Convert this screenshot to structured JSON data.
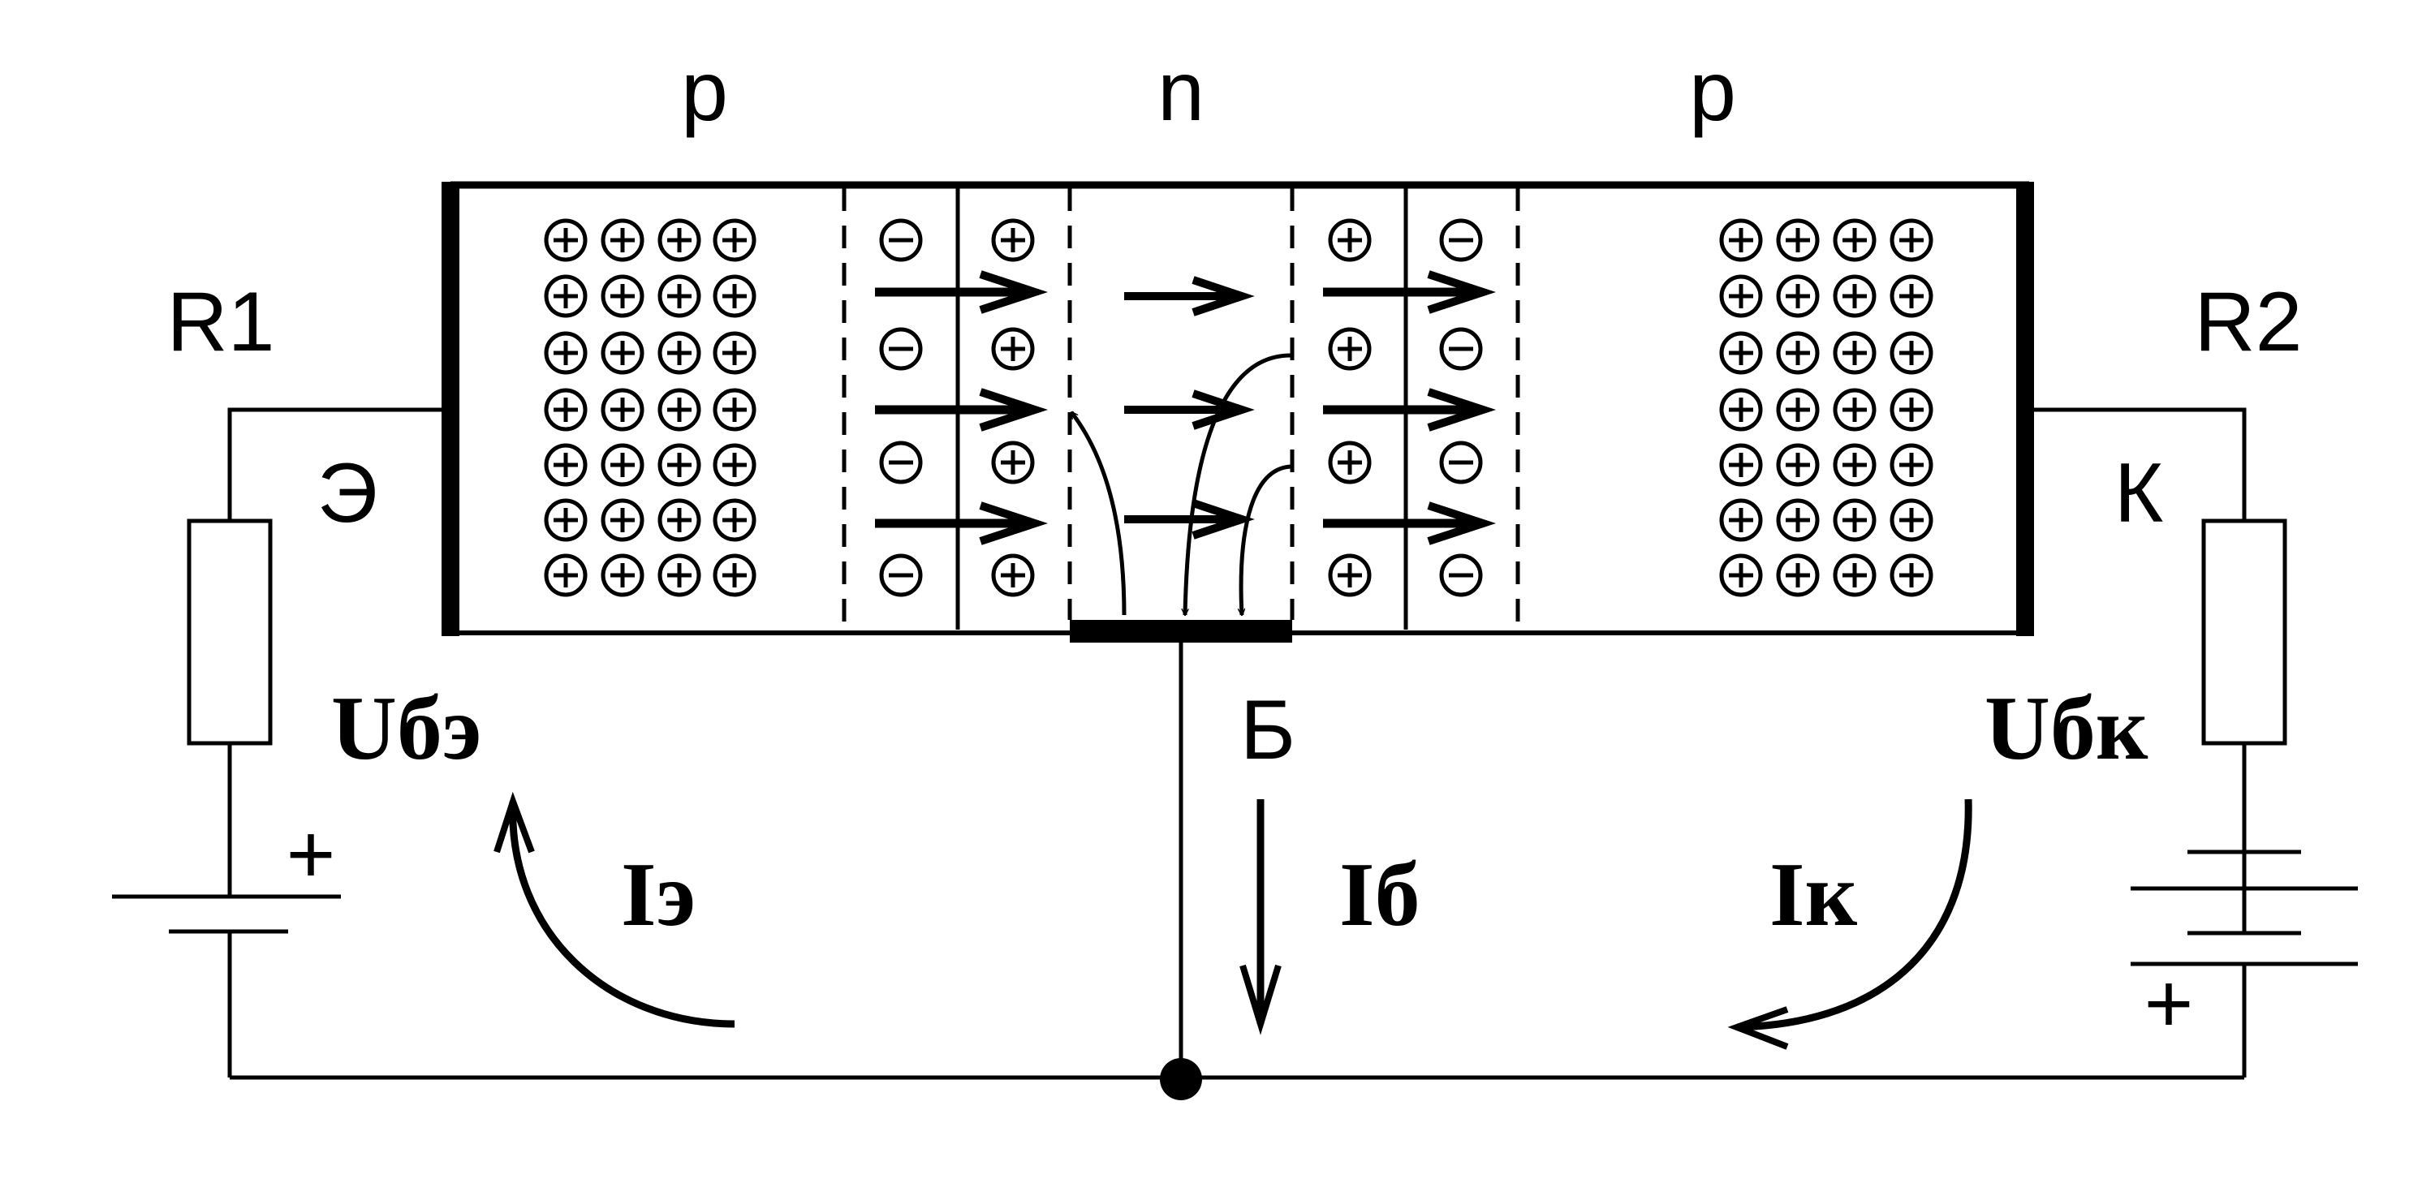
{
  "regions": {
    "left": "p",
    "middle": "n",
    "right": "p"
  },
  "resistors": {
    "left": "R1",
    "right": "R2"
  },
  "electrodes": {
    "emitter": "Э",
    "collector": "К",
    "base": "Б"
  },
  "voltages": {
    "base_emitter": "Uбэ",
    "base_collector": "Uбк"
  },
  "currents": {
    "emitter": "Iэ",
    "base": "Iб",
    "collector": "Iк"
  },
  "polarity": {
    "left_battery_plus": "+",
    "right_battery_plus": "+"
  },
  "carriers": {
    "plus": "⊕",
    "minus": "⊖"
  },
  "colors": {
    "ink": "#000000",
    "background": "#ffffff"
  }
}
